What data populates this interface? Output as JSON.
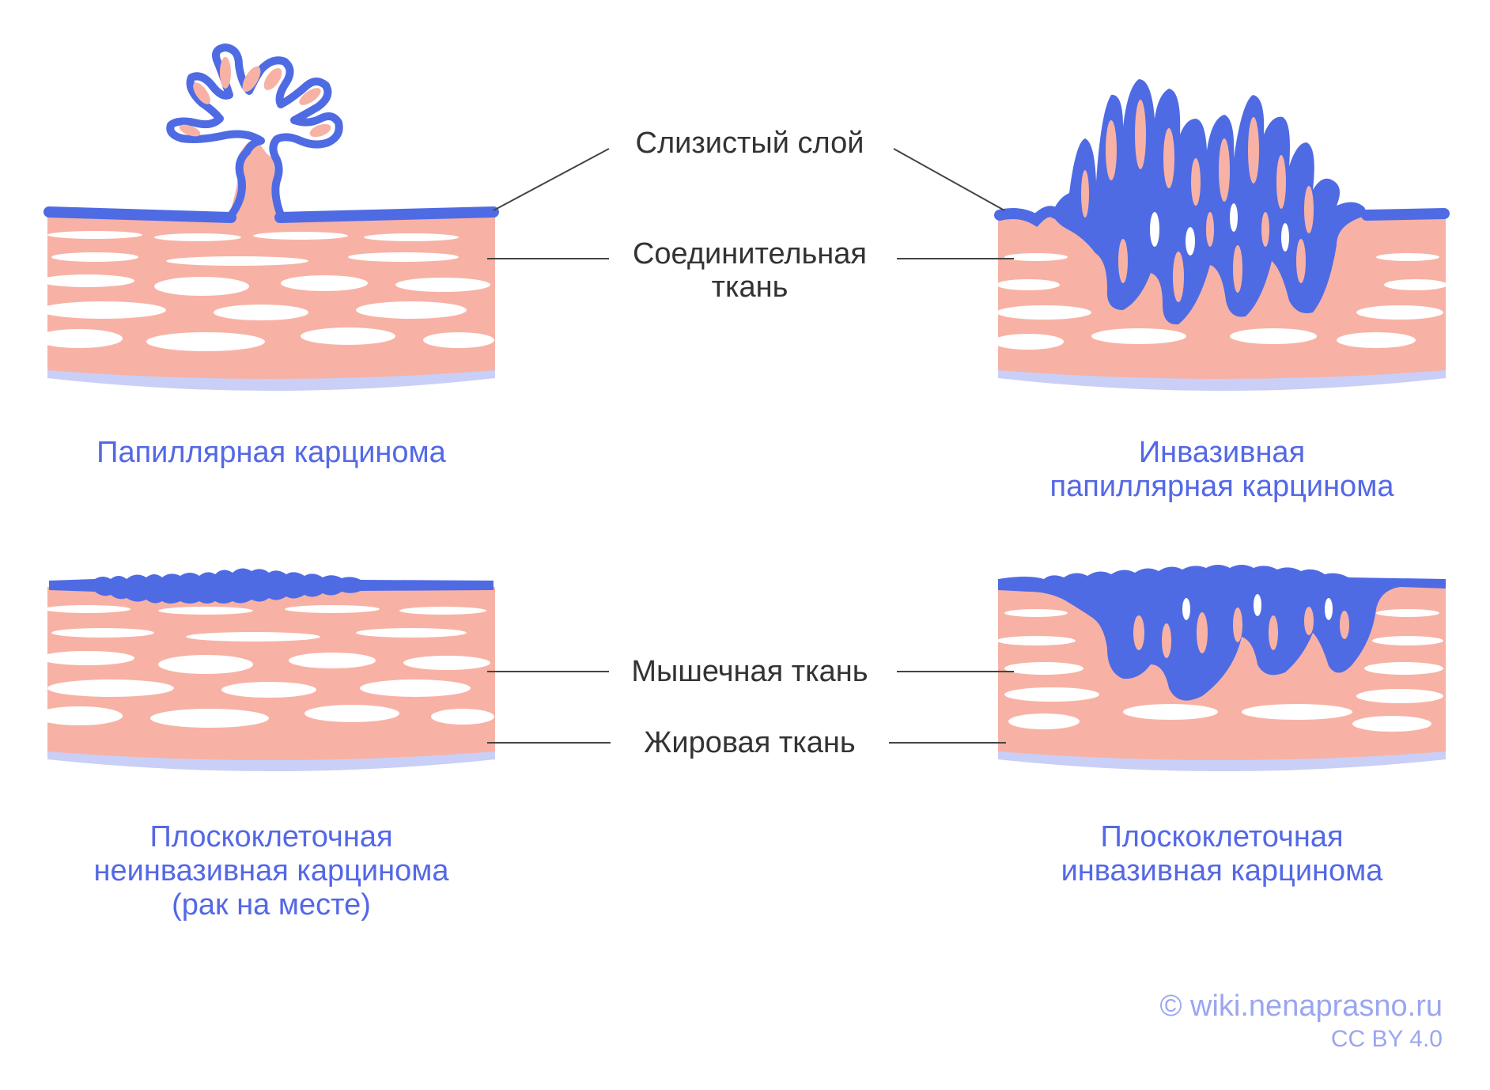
{
  "colors": {
    "tumor": "#4f6be3",
    "tissue": "#f7b2a5",
    "fat": "#c9cff6",
    "streak": "#ffffff",
    "caption_text": "#5468e6",
    "label_text": "#333333",
    "leader_line": "#444444",
    "copyright_text": "#9aa6f0"
  },
  "panels": {
    "papillary": {
      "caption": [
        "Папиллярная карцинома"
      ]
    },
    "invasive_papillary": {
      "caption": [
        "Инвазивная",
        "папиллярная карцинома"
      ]
    },
    "squamous_noninvasive": {
      "caption": [
        "Плоскоклеточная",
        "неинвазивная карцинома",
        "(рак на месте)"
      ]
    },
    "squamous_invasive": {
      "caption": [
        "Плоскоклеточная",
        "инвазивная карцинома"
      ]
    }
  },
  "labels": {
    "mucosa": [
      "Слизистый слой"
    ],
    "connective": [
      "Соединительная",
      "ткань"
    ],
    "muscle": [
      "Мышечная ткань"
    ],
    "fat": [
      "Жировая ткань"
    ]
  },
  "copyright": {
    "site": "© wiki.nenaprasno.ru",
    "license": "CC BY 4.0"
  }
}
